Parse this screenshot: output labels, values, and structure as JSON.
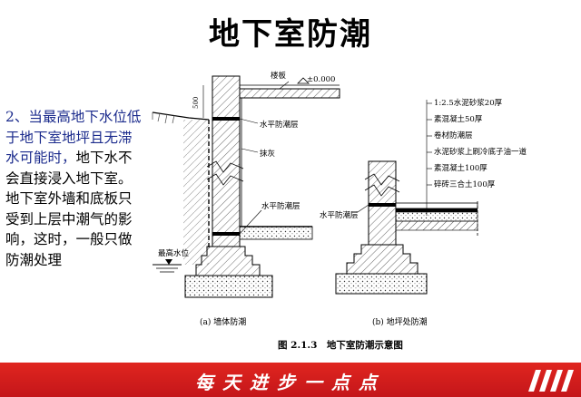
{
  "slide": {
    "title": "地下室防潮",
    "body_blue": "2、当最高地下水位低于地下室地坪且无滞水可能时，",
    "body_black": "地下水不会直接浸入地下室。地下室外墙和底板只受到上层中潮气的影响，这时，一般只做防潮处理",
    "footer": "每天进步一点点"
  },
  "figure": {
    "caption": "图 2.1.3　地下室防潮示意图",
    "panel_a_label": "(a) 墙体防潮",
    "panel_b_label": "(b) 地坪处防潮",
    "left_labels": {
      "floor_slab": "楼板",
      "elevation": "±0.000",
      "dim_500": "500",
      "horizontal_damp_top": "水平防潮层",
      "plaster": "抹灰",
      "horizontal_damp_bottom": "水平防潮层",
      "max_water_level": "最高水位"
    },
    "right_labels": {
      "layer_1": "1:2.5水泥砂浆20厚",
      "layer_2": "素混凝土50厚",
      "layer_3": "卷材防潮层",
      "layer_4": "水泥砂浆上刷冷底子油一道",
      "layer_5": "素混凝土100厚",
      "layer_6": "碎砖三合土100厚",
      "horizontal_damp": "水平防潮层"
    }
  },
  "colors": {
    "footer_red": "#d21f1c",
    "text_blue": "#1a2a8c"
  }
}
